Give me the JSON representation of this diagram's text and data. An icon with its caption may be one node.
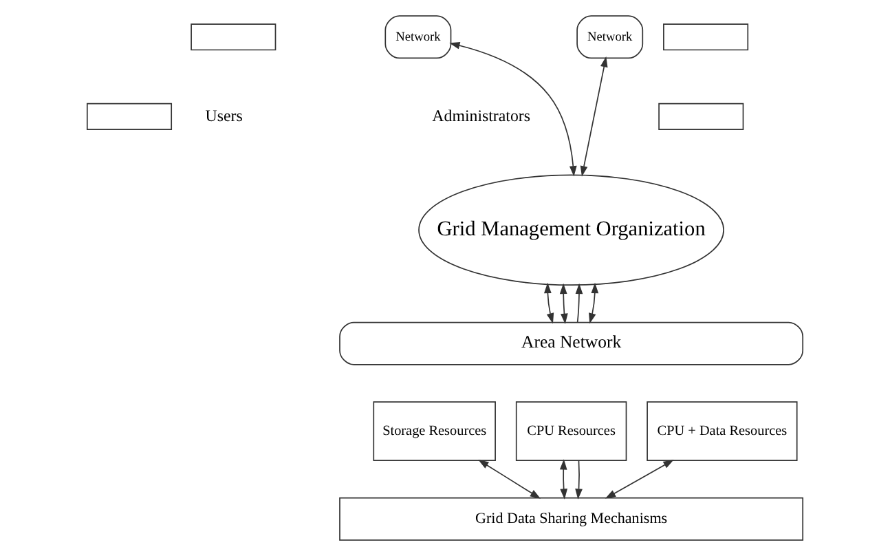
{
  "diagram": {
    "nodes": [
      {
        "text": [],
        "shape": "box"
      },
      {
        "text": [],
        "shape": "box"
      },
      {
        "text": [
          "Network"
        ]
      },
      {
        "text": [
          "Network"
        ]
      },
      {
        "text": [],
        "shape": "box"
      },
      {
        "text": [],
        "shape": "box"
      },
      {
        "text": [
          "Grid Management Organization"
        ]
      },
      {
        "text": [
          "Area Network"
        ]
      },
      {
        "text": [
          "Storage Resources"
        ]
      },
      {
        "text": [
          "CPU Resources"
        ]
      },
      {
        "text": [
          "CPU + Data Resources"
        ]
      },
      {
        "text": [
          "Grid Data Sharing Mechanisms"
        ]
      }
    ],
    "edges": [
      {
        "from": 2,
        "to": 6,
        "arrow": "both"
      },
      {
        "from": 3,
        "to": 6,
        "arrow": "both"
      },
      {
        "from": 6,
        "to": 7,
        "arrow": "both"
      },
      {
        "from": 6,
        "to": 7,
        "arrow": "both"
      },
      {
        "from": 7,
        "to": 6,
        "arrow": "to"
      },
      {
        "from": 6,
        "to": 7,
        "arrow": "both"
      },
      {
        "from": 8,
        "to": 11,
        "arrow": "both"
      },
      {
        "from": 9,
        "to": 11,
        "arrow": "both"
      },
      {
        "from": 9,
        "to": 11,
        "arrow": "to"
      },
      {
        "from": 10,
        "to": 11,
        "arrow": "both"
      }
    ],
    "labels": [
      "Users",
      "Administrators"
    ]
  }
}
